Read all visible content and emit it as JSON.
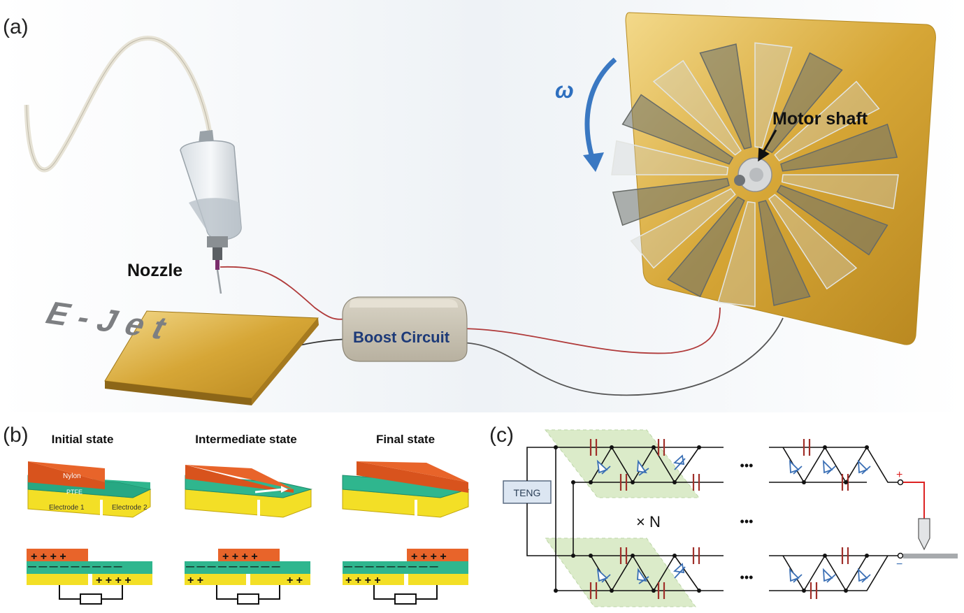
{
  "panel_a": {
    "label": "(a)",
    "nozzle_label": "Nozzle",
    "plate_text": "E-Jet",
    "boost_label": "Boost Circuit",
    "omega_label": "ω",
    "shaft_label": "Motor shaft"
  },
  "panel_b": {
    "label": "(b)",
    "states": [
      {
        "title": "Initial state",
        "layers": {
          "top": "Nylon",
          "middle": "PTFE",
          "e1": "Electrode 1",
          "e2": "Electrode 2"
        }
      },
      {
        "title": "Intermediate state"
      },
      {
        "title": "Final state"
      }
    ],
    "charges": {
      "initial": {
        "top": "+ + + +",
        "dash": "— — — — — — — — —",
        "bottom_right": "+ + + +"
      },
      "intermediate": {
        "top": "+ + + +",
        "dash": "— — — — — — — — —",
        "bottom_left": "+ +",
        "bottom_right": "+ +"
      },
      "final": {
        "top": "+ + + +",
        "dash": "— — — — — — — — —",
        "bottom_left": "+ + + +"
      }
    }
  },
  "panel_c": {
    "label": "(c)",
    "source_label": "TENG",
    "multiplier": "× N",
    "ellipsis": "•••",
    "plus": "+",
    "minus": "−"
  },
  "colors": {
    "nylon": "#e8642a",
    "ptfe": "#2fb68e",
    "electrode": "#f3df26",
    "gold": "#d9a93a",
    "arrow_blue": "#3a78c2",
    "capacitor": "#a0302a",
    "diode": "#3a6fb5",
    "highlight": "#cfe5b8"
  }
}
